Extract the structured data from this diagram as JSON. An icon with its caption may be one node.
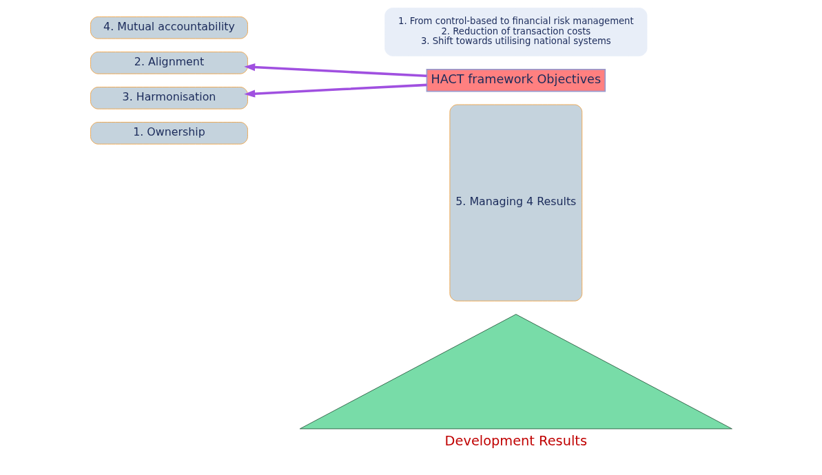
{
  "diagram": {
    "nodes": [
      {
        "text": [
          "Development Results"
        ]
      },
      {
        "text": [
          "5. Managing 4 Results"
        ]
      },
      {
        "text": [
          "1. Ownership"
        ]
      },
      {
        "text": [
          "2. Alignment"
        ]
      },
      {
        "text": [
          "3. Harmonisation"
        ]
      },
      {
        "text": [
          "4. Mutual accountability"
        ]
      },
      {
        "text": [
          "HACT framework Objectives"
        ]
      },
      {
        "text": [
          "1. From control-based to financial risk management",
          "2. Reduction of transaction costs",
          "3. Shift towards utilising national systems"
        ]
      }
    ],
    "edges": [
      {
        "from": 6,
        "to": 3,
        "arrow": "to"
      },
      {
        "from": 6,
        "to": 4,
        "arrow": "to"
      }
    ]
  }
}
